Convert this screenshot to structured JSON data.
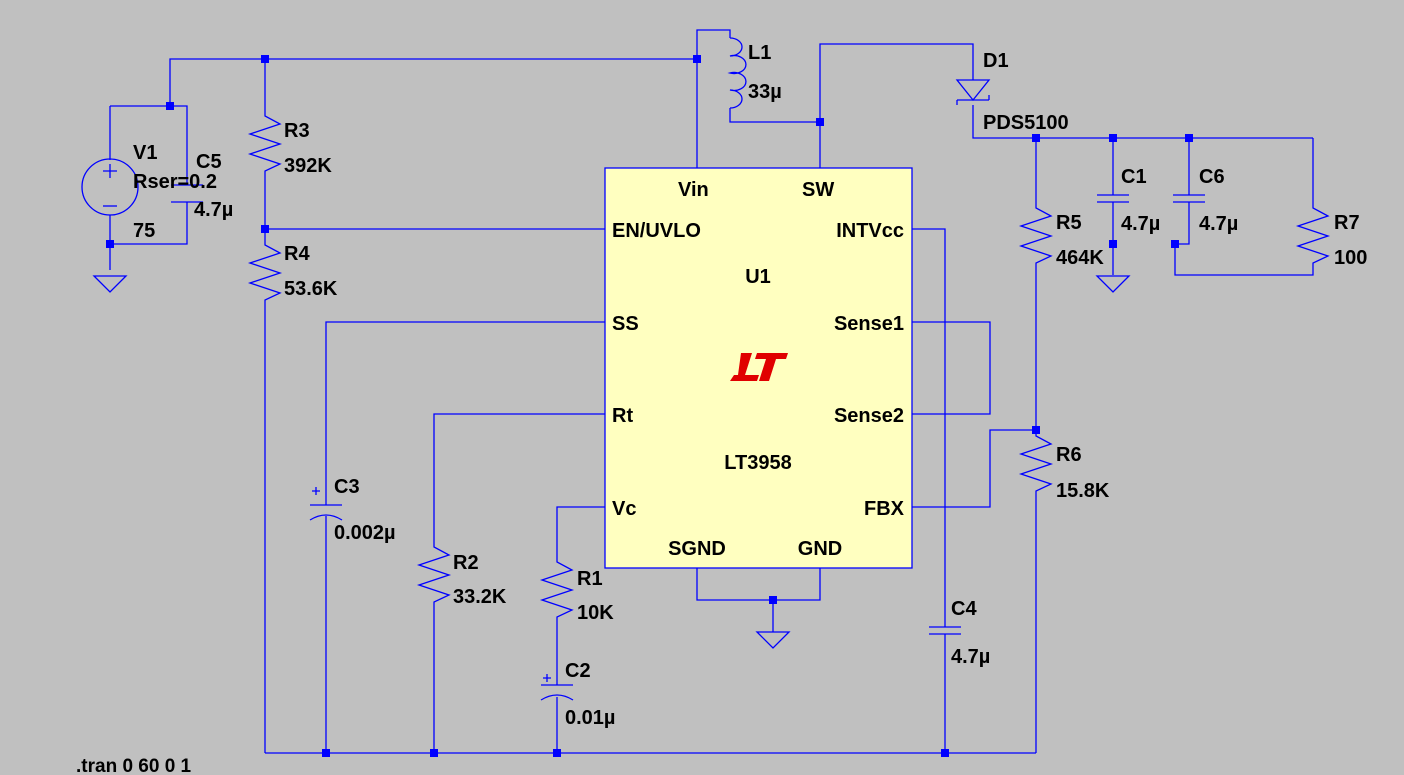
{
  "colors": {
    "background": "#c0c0c0",
    "wire": "#0000ff",
    "ic_body": "#ffffc0",
    "logo": "#e00000",
    "text": "#000000"
  },
  "components": {
    "V1": {
      "name": "V1",
      "param": "Rser=0.2",
      "value": "75"
    },
    "C5": {
      "name": "C5",
      "value": "4.7µ"
    },
    "R3": {
      "name": "R3",
      "value": "392K"
    },
    "R4": {
      "name": "R4",
      "value": "53.6K"
    },
    "L1": {
      "name": "L1",
      "value": "33µ"
    },
    "D1": {
      "name": "D1",
      "value": "PDS5100"
    },
    "C1": {
      "name": "C1",
      "value": "4.7µ"
    },
    "C6": {
      "name": "C6",
      "value": "4.7µ"
    },
    "R7": {
      "name": "R7",
      "value": "100"
    },
    "R5": {
      "name": "R5",
      "value": "464K"
    },
    "R6": {
      "name": "R6",
      "value": "15.8K"
    },
    "C3": {
      "name": "C3",
      "value": "0.002µ"
    },
    "R2": {
      "name": "R2",
      "value": "33.2K"
    },
    "R1": {
      "name": "R1",
      "value": "10K"
    },
    "C2": {
      "name": "C2",
      "value": "0.01µ"
    },
    "C4": {
      "name": "C4",
      "value": "4.7µ"
    }
  },
  "ic": {
    "name": "U1",
    "part": "LT3958",
    "logo_icon": "linear-technology-logo-icon",
    "pins": {
      "vin": "Vin",
      "sw": "SW",
      "en_uvlo": "EN/UVLO",
      "intvcc": "INTVcc",
      "ss": "SS",
      "sense1": "Sense1",
      "rt": "Rt",
      "sense2": "Sense2",
      "vc": "Vc",
      "fbx": "FBX",
      "sgnd": "SGND",
      "gnd": "GND"
    }
  },
  "directive": ".tran 0 60 0 1"
}
